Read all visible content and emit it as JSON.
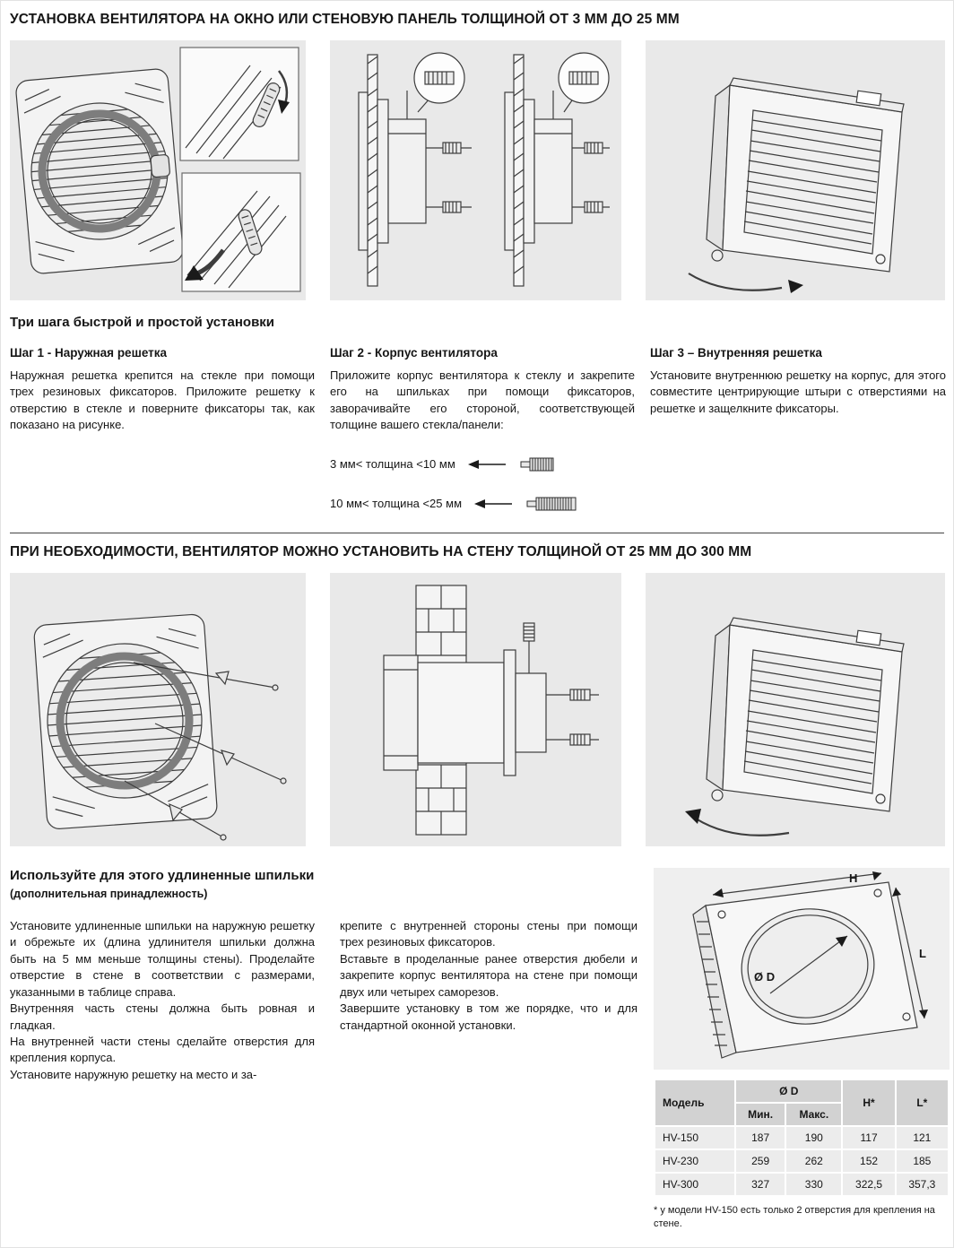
{
  "section1": {
    "title": "УСТАНОВКА ВЕНТИЛЯТОРА НА ОКНО ИЛИ СТЕНОВУЮ ПАНЕЛЬ ТОЛЩИНОЙ ОТ 3 ММ ДО 25 ММ",
    "steps_heading": "Три шага быстрой и простой установки",
    "steps": [
      {
        "title": "Шаг 1 - Наружная решетка",
        "body": "Наружная решетка крепится на стекле при помощи трех резиновых фиксаторов. Приложите решетку к отверстию в стекле и поверните фиксаторы так, как показано на рисунке."
      },
      {
        "title": "Шаг 2 - Корпус вентилятора",
        "body": "Приложите корпус вентилятора к стеклу и закрепите его на шпильках при помощи фиксаторов, заворачивайте его стороной, соответствующей толщине вашего стекла/панели:"
      },
      {
        "title": "Шаг 3 – Внутренняя решетка",
        "body": "Установите внутреннюю решетку на корпус, для этого совместите центрирующие штыри с отверстиями на решетке и защелкните фиксаторы."
      }
    ],
    "thickness_options": [
      {
        "label": "3 мм< толщина <10 мм"
      },
      {
        "label": "10 мм< толщина <25 мм"
      }
    ]
  },
  "section2": {
    "title": "ПРИ НЕОБХОДИМОСТИ, ВЕНТИЛЯТОР МОЖНО УСТАНОВИТЬ НА СТЕНУ ТОЛЩИНОЙ ОТ 25 ММ ДО 300 ММ",
    "sub_title": "Используйте для этого удлиненные шпильки",
    "sub_subtitle": "(дополнительная принадлежность)",
    "left_paragraphs": [
      "Установите удлиненные шпильки на наружную решетку и обрежьте их (длина удлинителя шпильки должна быть на 5 мм меньше толщины стены). Проделайте отверстие в стене в соответствии с размерами, указанными в таблице справа.",
      "Внутренняя часть стены должна быть ровная и гладкая.",
      "На внутренней части стены сделайте отверстия для крепления корпуса.",
      "Установите наружную решетку на место и за-"
    ],
    "right_paragraphs": [
      "крепите с внутренней стороны стены при помощи трех резиновых фиксаторов.",
      "Вставьте в проделанные ранее отверстия дюбели и закрепите корпус вентилятора на стене при помощи двух или четырех саморезов.",
      "Завершите установку в том же порядке, что и для стандартной оконной установки."
    ]
  },
  "diagram": {
    "h_label": "H",
    "l_label": "L",
    "d_label": "Ø D"
  },
  "table": {
    "header_model": "Модель",
    "header_d": "Ø D",
    "header_min": "Мин.",
    "header_max": "Макс.",
    "header_h": "H*",
    "header_l": "L*",
    "rows": [
      {
        "model": "HV-150",
        "min": "187",
        "max": "190",
        "h": "117",
        "l": "121"
      },
      {
        "model": "HV-230",
        "min": "259",
        "max": "262",
        "h": "152",
        "l": "185"
      },
      {
        "model": "HV-300",
        "min": "327",
        "max": "330",
        "h": "322,5",
        "l": "357,3"
      }
    ],
    "footnote": "* у модели HV-150 есть только 2 отверстия для крепления на стене."
  },
  "colors": {
    "panel_bg": "#e9e9e9",
    "table_header_bg": "#d2d2d2",
    "table_cell_bg": "#ececec",
    "text": "#161616"
  }
}
